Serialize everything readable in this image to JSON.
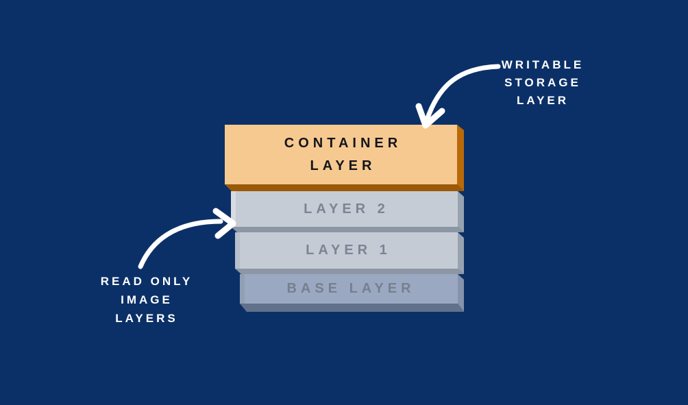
{
  "canvas": {
    "background": "#0B3067"
  },
  "annotations": {
    "arrow_color": "#FFFFFF",
    "writable_storage_layer": {
      "lines": [
        "WRITABLE",
        "STORAGE",
        "LAYER"
      ],
      "text_color": "#FFFFFF"
    },
    "read_only_image_layers": {
      "lines": [
        "READ ONLY",
        "IMAGE",
        "LAYERS"
      ],
      "text_color": "#FFFFFF"
    }
  },
  "stack": {
    "container_layer": {
      "lines": [
        "CONTAINER",
        "LAYER"
      ],
      "text_color": "#14151A",
      "face_color": "#F6C990",
      "side_color": "#B96A08",
      "bottom_color": "#9A5A08"
    },
    "image_layers": [
      {
        "label": "LAYER 2",
        "text_color": "#7C8495",
        "face_color": "#C6CCD5",
        "side_color": "#98A3B1",
        "bottom_color": "#8C96A4",
        "left_color": "#D8DBE0"
      },
      {
        "label": "LAYER 1",
        "text_color": "#7C8495",
        "face_color": "#C5CBD4",
        "side_color": "#98A3B1",
        "bottom_color": "#8C96A4",
        "left_color": "#B7BFCB"
      },
      {
        "label": "BASE LAYER",
        "text_color": "#767F8E",
        "face_color": "#9AA9C1",
        "side_color": "#8593AB",
        "bottom_color": "#61718C",
        "left_color": "#919FB6"
      }
    ]
  }
}
